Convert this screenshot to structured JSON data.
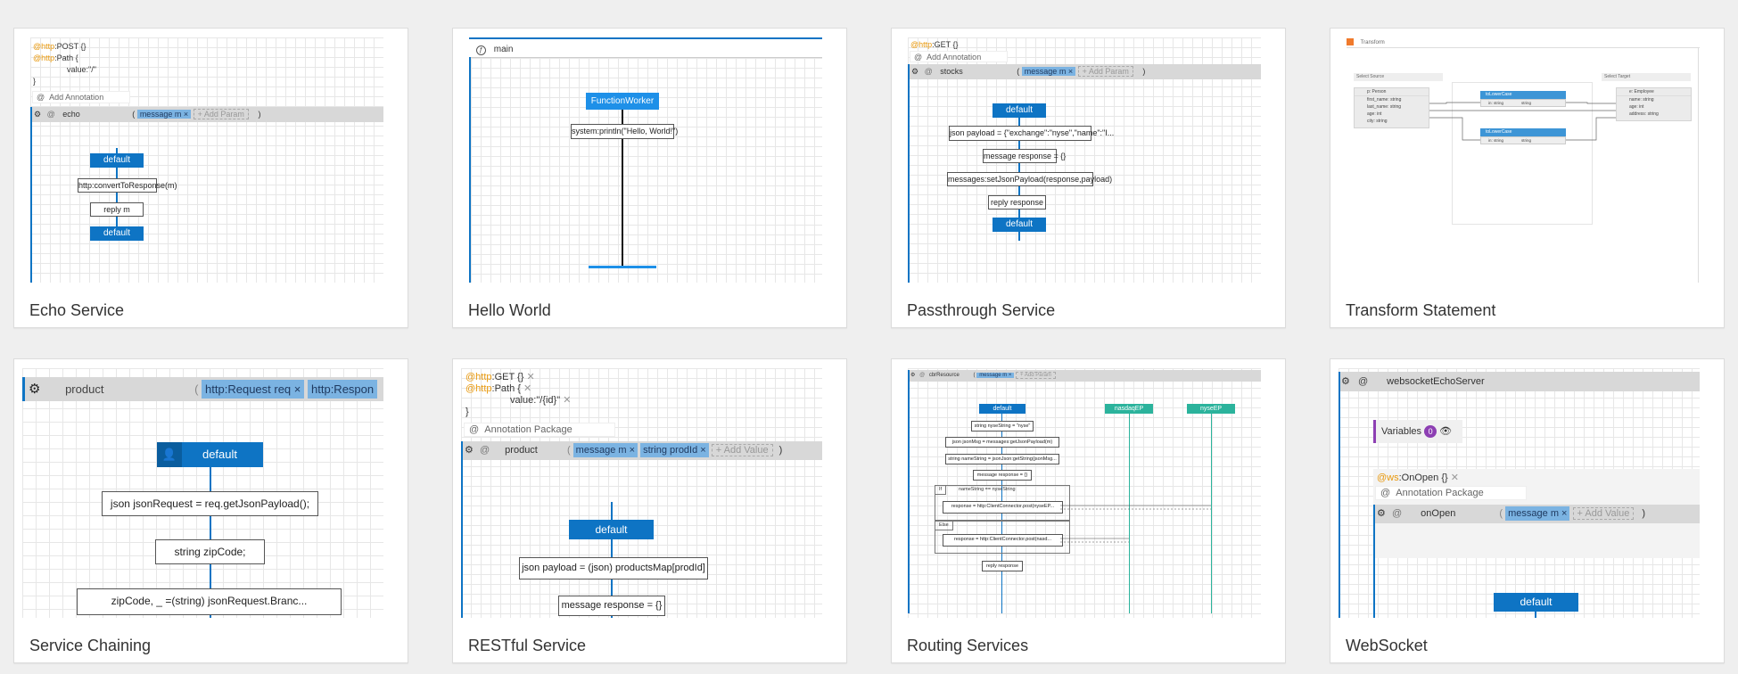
{
  "cards": [
    {
      "title": "Echo Service",
      "annotations": [
        "@http:POST  {}",
        "@http:Path  {",
        "value:\"/\"",
        "}"
      ],
      "ann_at": "@",
      "ann_kw1": "http",
      "ann_rest1": ":POST  {}",
      "ann_kw2": "http",
      "ann_rest2": ":Path  {",
      "ann_value": "value:\"/\"",
      "ann_close": "}",
      "add_annotation": "Add Annotation",
      "resource": "echo",
      "param": "message m",
      "add_param": "+ Add Param",
      "nodes": [
        "default",
        "http:convertToResponse(m)",
        "reply m",
        "default"
      ]
    },
    {
      "title": "Hello World",
      "function_name": "main",
      "worker": "FunctionWorker",
      "statement": "system:println(\"Hello, World!\")"
    },
    {
      "title": "Passthrough Service",
      "annotation": "@http:GET  {}",
      "ann_kw": "http",
      "ann_rest": ":GET  {}",
      "add_annotation": "Add Annotation",
      "resource": "stocks",
      "param": "message m",
      "add_param": "+ Add Param",
      "nodes": [
        "default",
        "json payload = {\"exchange\":\"nyse\",\"name\":\"I...",
        "message response = {}",
        "messages:setJsonPayload(response,payload)",
        "reply response",
        "default"
      ]
    },
    {
      "title": "Transform Statement",
      "header": "Transform",
      "select_source": "Select Source",
      "select_target": "Select Target",
      "source_name": "p: Person",
      "source_fields": [
        "first_name: string",
        "last_name: string",
        "age: int",
        "city: string"
      ],
      "target_name": "e: Employee",
      "target_fields": [
        "name: string",
        "age: int",
        "address: string"
      ],
      "fn1": "toLowerCase",
      "fn2": "toLowerCase",
      "fn_in": "in: string",
      "fn_out": "string"
    },
    {
      "title": "Service Chaining",
      "resource": "product",
      "param1": "http:Request req",
      "param2": "http:Respon",
      "nodes": [
        "default",
        "json jsonRequest = req.getJsonPayload();",
        "string zipCode;",
        "zipCode, _ =(string) jsonRequest.Branc..."
      ]
    },
    {
      "title": "RESTful Service",
      "ann_kw1": "http",
      "ann_rest1": ":GET  {}",
      "ann_kw2": "http",
      "ann_rest2": ":Path  {",
      "ann_value": "value:\"/{id}\"",
      "ann_close": "}",
      "add_annotation": "Annotation Package",
      "resource": "product",
      "param1": "message m",
      "param2": "string prodId",
      "add_value": "+ Add Value",
      "nodes": [
        "default",
        "json payload = (json) productsMap[prodId]",
        "message response = {}"
      ]
    },
    {
      "title": "Routing Services",
      "resource": "cbrResource",
      "param": "message m",
      "add_param": "+ Add Param",
      "lifelines": [
        "default",
        "nasdaqEP",
        "nyseEP"
      ],
      "nodes": [
        "string nyseString = \"nyse\"",
        "json jsonMsg = messages:getJsonPayload(m)",
        "string nameString = jsonJson:getString(jsonMsg...",
        "message response = {}",
        "nameString == nyseString",
        "response = http:ClientConnector.post(nyseEP...",
        "response = http:ClientConnector.post(nasd...",
        "reply response"
      ],
      "if_label": "If",
      "else_label": "Else"
    },
    {
      "title": "WebSocket",
      "service": "websocketEchoServer",
      "variables": "Variables",
      "var_count": "0",
      "ann_kw": "ws",
      "ann_rest": ":OnOpen  {}",
      "add_annotation": "Annotation Package",
      "resource": "onOpen",
      "param": "message m",
      "add_value": "+ Add Value",
      "node": "default"
    }
  ]
}
